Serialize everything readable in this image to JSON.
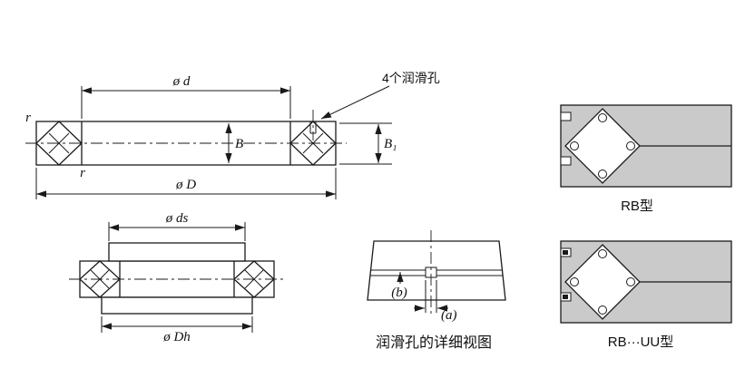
{
  "main_view": {
    "dim_bore_diameter": "ø d",
    "dim_outer_diameter": "ø D",
    "dim_width": "B",
    "dim_width_b1": "B₁",
    "chamfer_top": "r",
    "chamfer_bottom": "r",
    "lube_holes_label": "4个润滑孔"
  },
  "mounting_view": {
    "dim_shaft_shoulder": "ø ds",
    "dim_housing_shoulder": "ø Dh"
  },
  "detail_view": {
    "dim_a": "(a)",
    "dim_b": "(b)",
    "caption": "润滑孔的详细视图"
  },
  "type_sections": {
    "rb_label": "RB型",
    "rb_uu_label": "RB···UU型"
  },
  "colors": {
    "line": "#1a1a1a",
    "section_fill": "#cacaca",
    "background": "#ffffff"
  }
}
